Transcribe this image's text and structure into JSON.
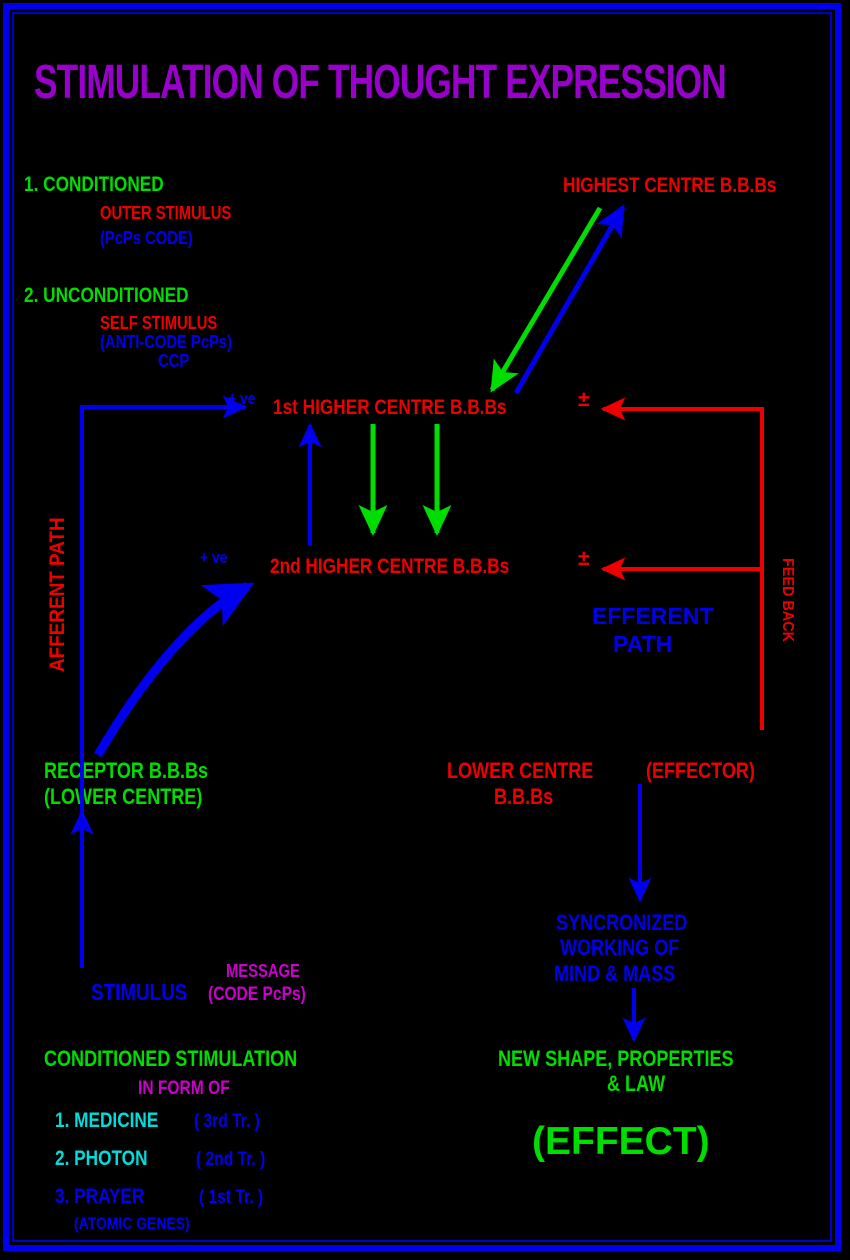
{
  "title": "STIMULATION OF THOUGHT EXPRESSION",
  "colors": {
    "background": "#000000",
    "border": "#0000ee",
    "title": "#9900cc",
    "green": "#00dd00",
    "red": "#ee0000",
    "blue": "#0000ee",
    "cyan": "#00dddd",
    "magenta": "#cc00cc"
  },
  "stimulus_types": {
    "item1": {
      "heading": "1. CONDITIONED",
      "line2": "OUTER STIMULUS",
      "line3": "(PcPs CODE)"
    },
    "item2": {
      "heading": "2. UNCONDITIONED",
      "line2": "SELF STIMULUS",
      "line3": "(ANTI-CODE PcPs)",
      "line4": "CCP"
    }
  },
  "centres": {
    "highest": "HIGHEST CENTRE B.B.Bs",
    "first_higher": "1st HIGHER CENTRE B.B.Bs",
    "second_higher": "2nd HIGHER CENTRE B.B.Bs",
    "receptor_line1": "RECEPTOR B.B.Bs",
    "receptor_line2": "(LOWER CENTRE)",
    "lower_line1": "LOWER CENTRE",
    "lower_effector": "(EFFECTOR)",
    "lower_line2": "B.B.Bs"
  },
  "paths": {
    "afferent": "AFFERENT PATH",
    "efferent_line1": "EFFERENT",
    "efferent_line2": "PATH",
    "feedback": "FEED BACK"
  },
  "signs": {
    "plus_ve_1": "+ ve",
    "plus_ve_2": "+ ve",
    "plus_minus_1": "±",
    "plus_minus_2": "±"
  },
  "stimulus_block": {
    "stimulus": "STIMULUS",
    "message": "MESSAGE",
    "code": "(CODE PcPs)"
  },
  "conditioned_stimulation": {
    "heading": "CONDITIONED STIMULATION",
    "subheading": "IN FORM OF",
    "items": [
      {
        "label": "1. MEDICINE",
        "tr": "( 3rd Tr. )"
      },
      {
        "label": "2. PHOTON",
        "tr": "( 2nd Tr. )"
      },
      {
        "label": "3. PRAYER",
        "tr": "( 1st Tr. )"
      }
    ],
    "footnote": "(ATOMIC GENES)"
  },
  "outcome": {
    "sync_line1": "SYNCRONIZED",
    "sync_line2": "WORKING OF",
    "sync_line3": "MIND & MASS",
    "new_line1": "NEW SHAPE, PROPERTIES",
    "new_line2": "& LAW",
    "effect": "(EFFECT)"
  }
}
